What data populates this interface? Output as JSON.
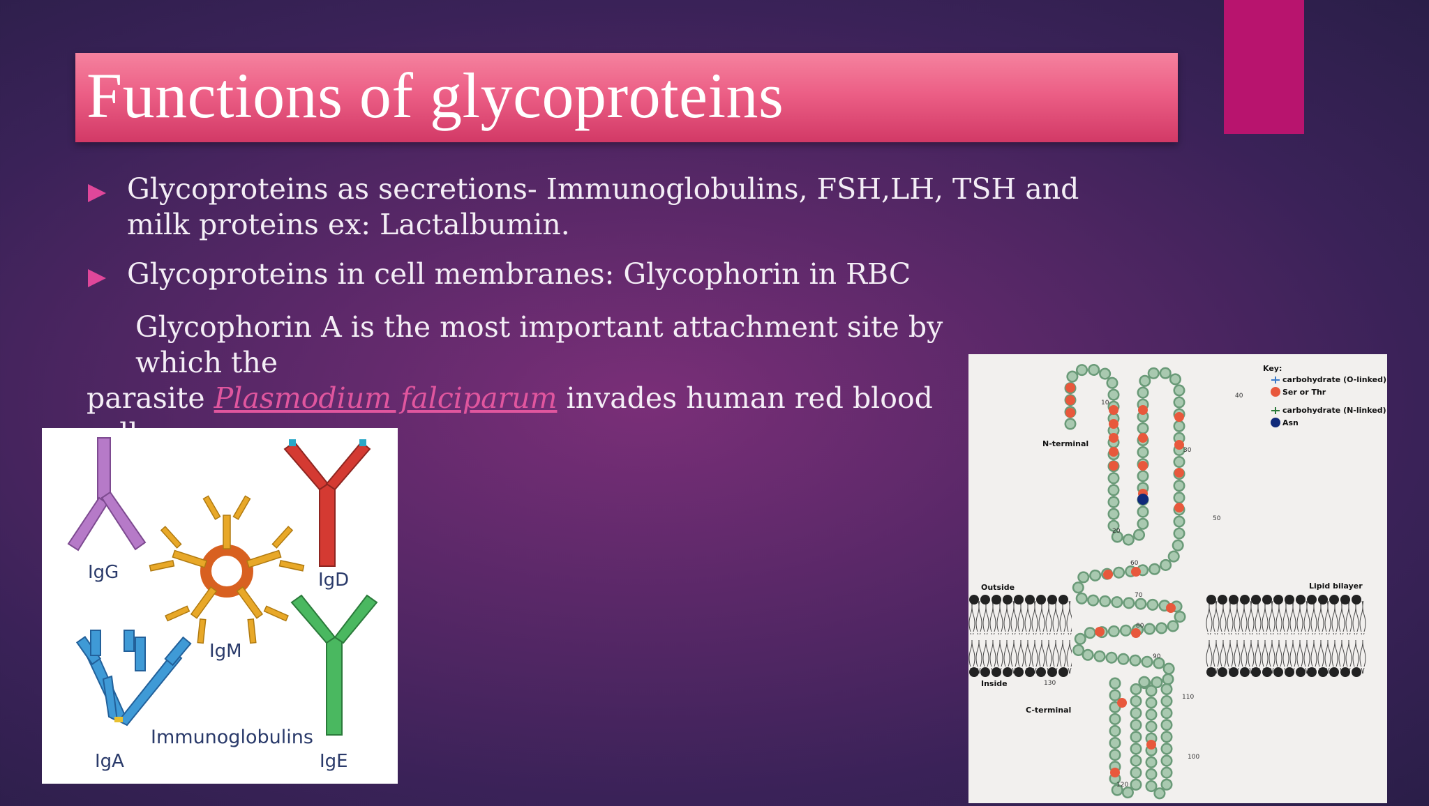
{
  "title": "Functions of glycoproteins",
  "bullets": [
    "Glycoproteins as secretions- Immunoglobulins, FSH,LH, TSH and milk proteins ex: Lactalbumin.",
    "Glycoproteins in cell membranes: Glycophorin in RBC"
  ],
  "paragraph": {
    "line1": "Glycophorin A is the most important attachment site by which the",
    "prefix": "parasite ",
    "link": "Plasmodium falciparum",
    "suffix": " invades human red blood cells."
  },
  "immunoglobulin_figure": {
    "labels": {
      "igg": "IgG",
      "igd": "IgD",
      "igm": "IgM",
      "iga": "IgA",
      "ige": "IgE",
      "caption": "Immunoglobulins"
    },
    "colors": {
      "igg": "#b67ac8",
      "igd": "#d43a32",
      "igm": "#e8a828",
      "iga": "#3f9ad6",
      "ige": "#4ab860"
    }
  },
  "glycophorin_figure": {
    "key_title": "Key:",
    "key_items": [
      "carbohydrate (O-linked)",
      "Ser or Thr",
      "carbohydrate (N-linked)",
      "Asn"
    ],
    "labels": {
      "n_terminal": "N-terminal",
      "c_terminal": "C-terminal",
      "outside": "Outside",
      "inside": "Inside",
      "lipid_bilayer": "Lipid bilayer"
    },
    "residue_numbers": [
      "10",
      "20",
      "30",
      "40",
      "50",
      "60",
      "70",
      "80",
      "90",
      "100",
      "110",
      "120",
      "130"
    ]
  }
}
